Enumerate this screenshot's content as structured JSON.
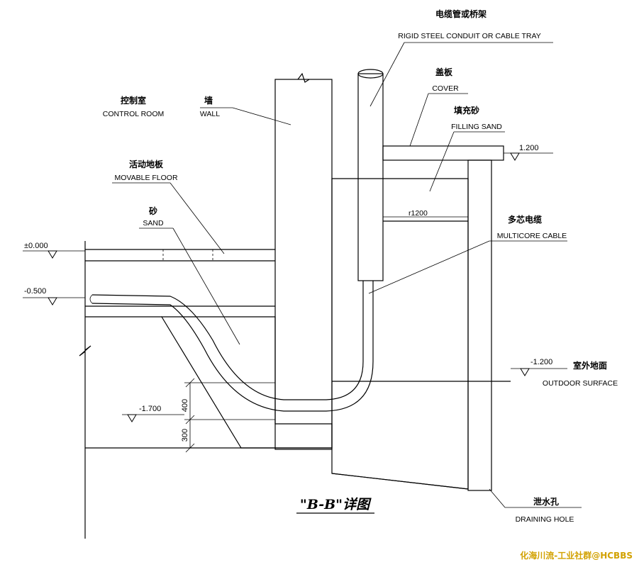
{
  "labels": {
    "conduit_cn": "电缆管或桥架",
    "conduit_en": "RIGID STEEL CONDUIT OR CABLE TRAY",
    "cover_cn": "盖板",
    "cover_en": "COVER",
    "filling_sand_cn": "填充砂",
    "filling_sand_en": "FILLING SAND",
    "wall_cn": "墙",
    "wall_en": "WALL",
    "control_room_cn": "控制室",
    "control_room_en": "CONTROL ROOM",
    "movable_floor_cn": "活动地板",
    "movable_floor_en": "MOVABLE FLOOR",
    "sand_cn": "砂",
    "sand_en": "SAND",
    "multicore_cn": "多芯电缆",
    "multicore_en": "MULTICORE CABLE",
    "outdoor_cn": "室外地面",
    "outdoor_en": "OUTDOOR SURFACE",
    "draining_cn": "泄水孔",
    "draining_en": "DRAINING HOLE",
    "radius": "r1200"
  },
  "levels": {
    "zero": "±0.000",
    "minus_500": "-0.500",
    "minus_1700": "-1.700",
    "minus_1200": "-1.200",
    "plus_1200": "1.200"
  },
  "dimensions": {
    "d400": "400",
    "d300": "300"
  },
  "title": "\"B-B\"详图",
  "watermark": "化海川流-工业社群@HCBBS"
}
